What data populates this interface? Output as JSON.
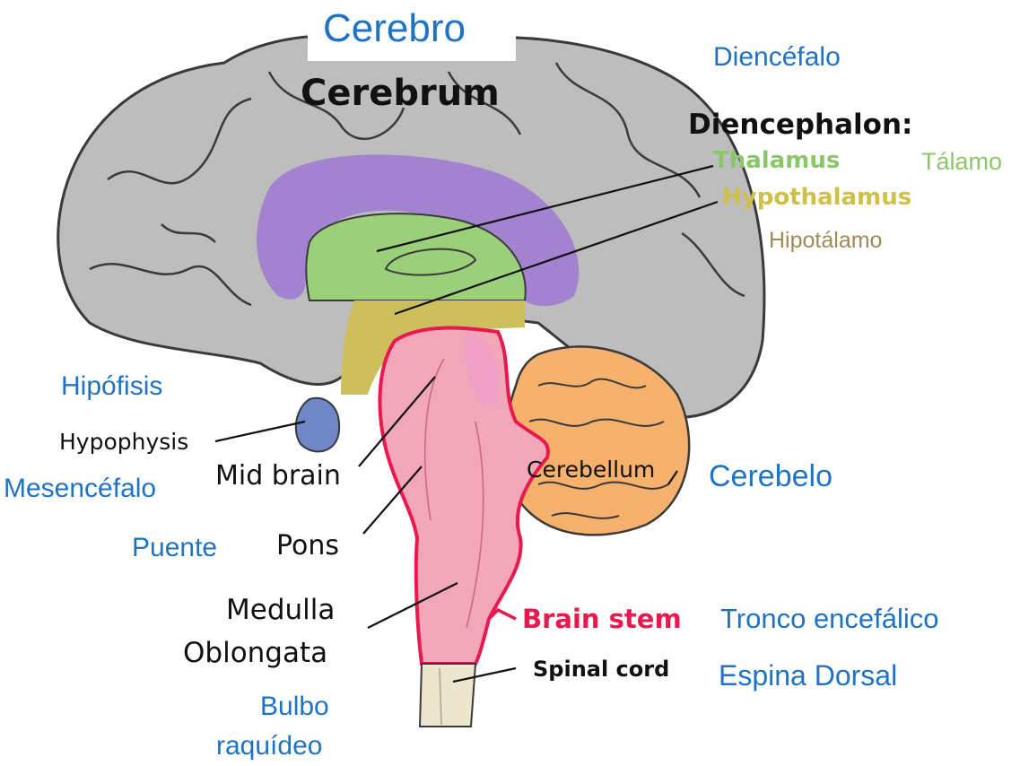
{
  "labels": {
    "cerebro": "Cerebro",
    "cerebrum": "Cerebrum",
    "diencefalo": "Diencéfalo",
    "diencephalon": "Diencephalon:",
    "thalamus": "Thalamus",
    "talamo": "Tálamo",
    "hypothalamus": "Hypothalamus",
    "hipotalamo": "Hipotálamo",
    "hipofisis": "Hipófisis",
    "hypophysis": "Hypophysis",
    "mid_brain": "Mid brain",
    "mesencefalo": "Mesencéfalo",
    "cerebellum": "Cerebellum",
    "cerebelo": "Cerebelo",
    "puente": "Puente",
    "pons": "Pons",
    "medulla_line1": "Medulla",
    "medulla_line2": "Oblongata",
    "brain_stem": "Brain stem",
    "tronco": "Tronco encefálico",
    "spinal_cord": "Spinal cord",
    "espina": "Espina Dorsal",
    "bulbo_line1": "Bulbo",
    "bulbo_line2": "raquídeo"
  },
  "colors": {
    "cerebrum": "#bdbdbd",
    "corpus_callosum": "#a383cf",
    "thalamus": "#9ccf7a",
    "hypothalamus": "#cdc05c",
    "hypophysis": "#6f87c6",
    "brain_stem": "#f2a7b8",
    "brain_stem_outline": "#e8194f",
    "cerebellum": "#f6b16c",
    "spinal_cord": "#ece6cf",
    "spanish_label": "#1f72c4",
    "thalamus_text": "#8bc66a",
    "hypothalamus_text": "#cfc04a",
    "hipotalamo_text": "#a08a55"
  }
}
